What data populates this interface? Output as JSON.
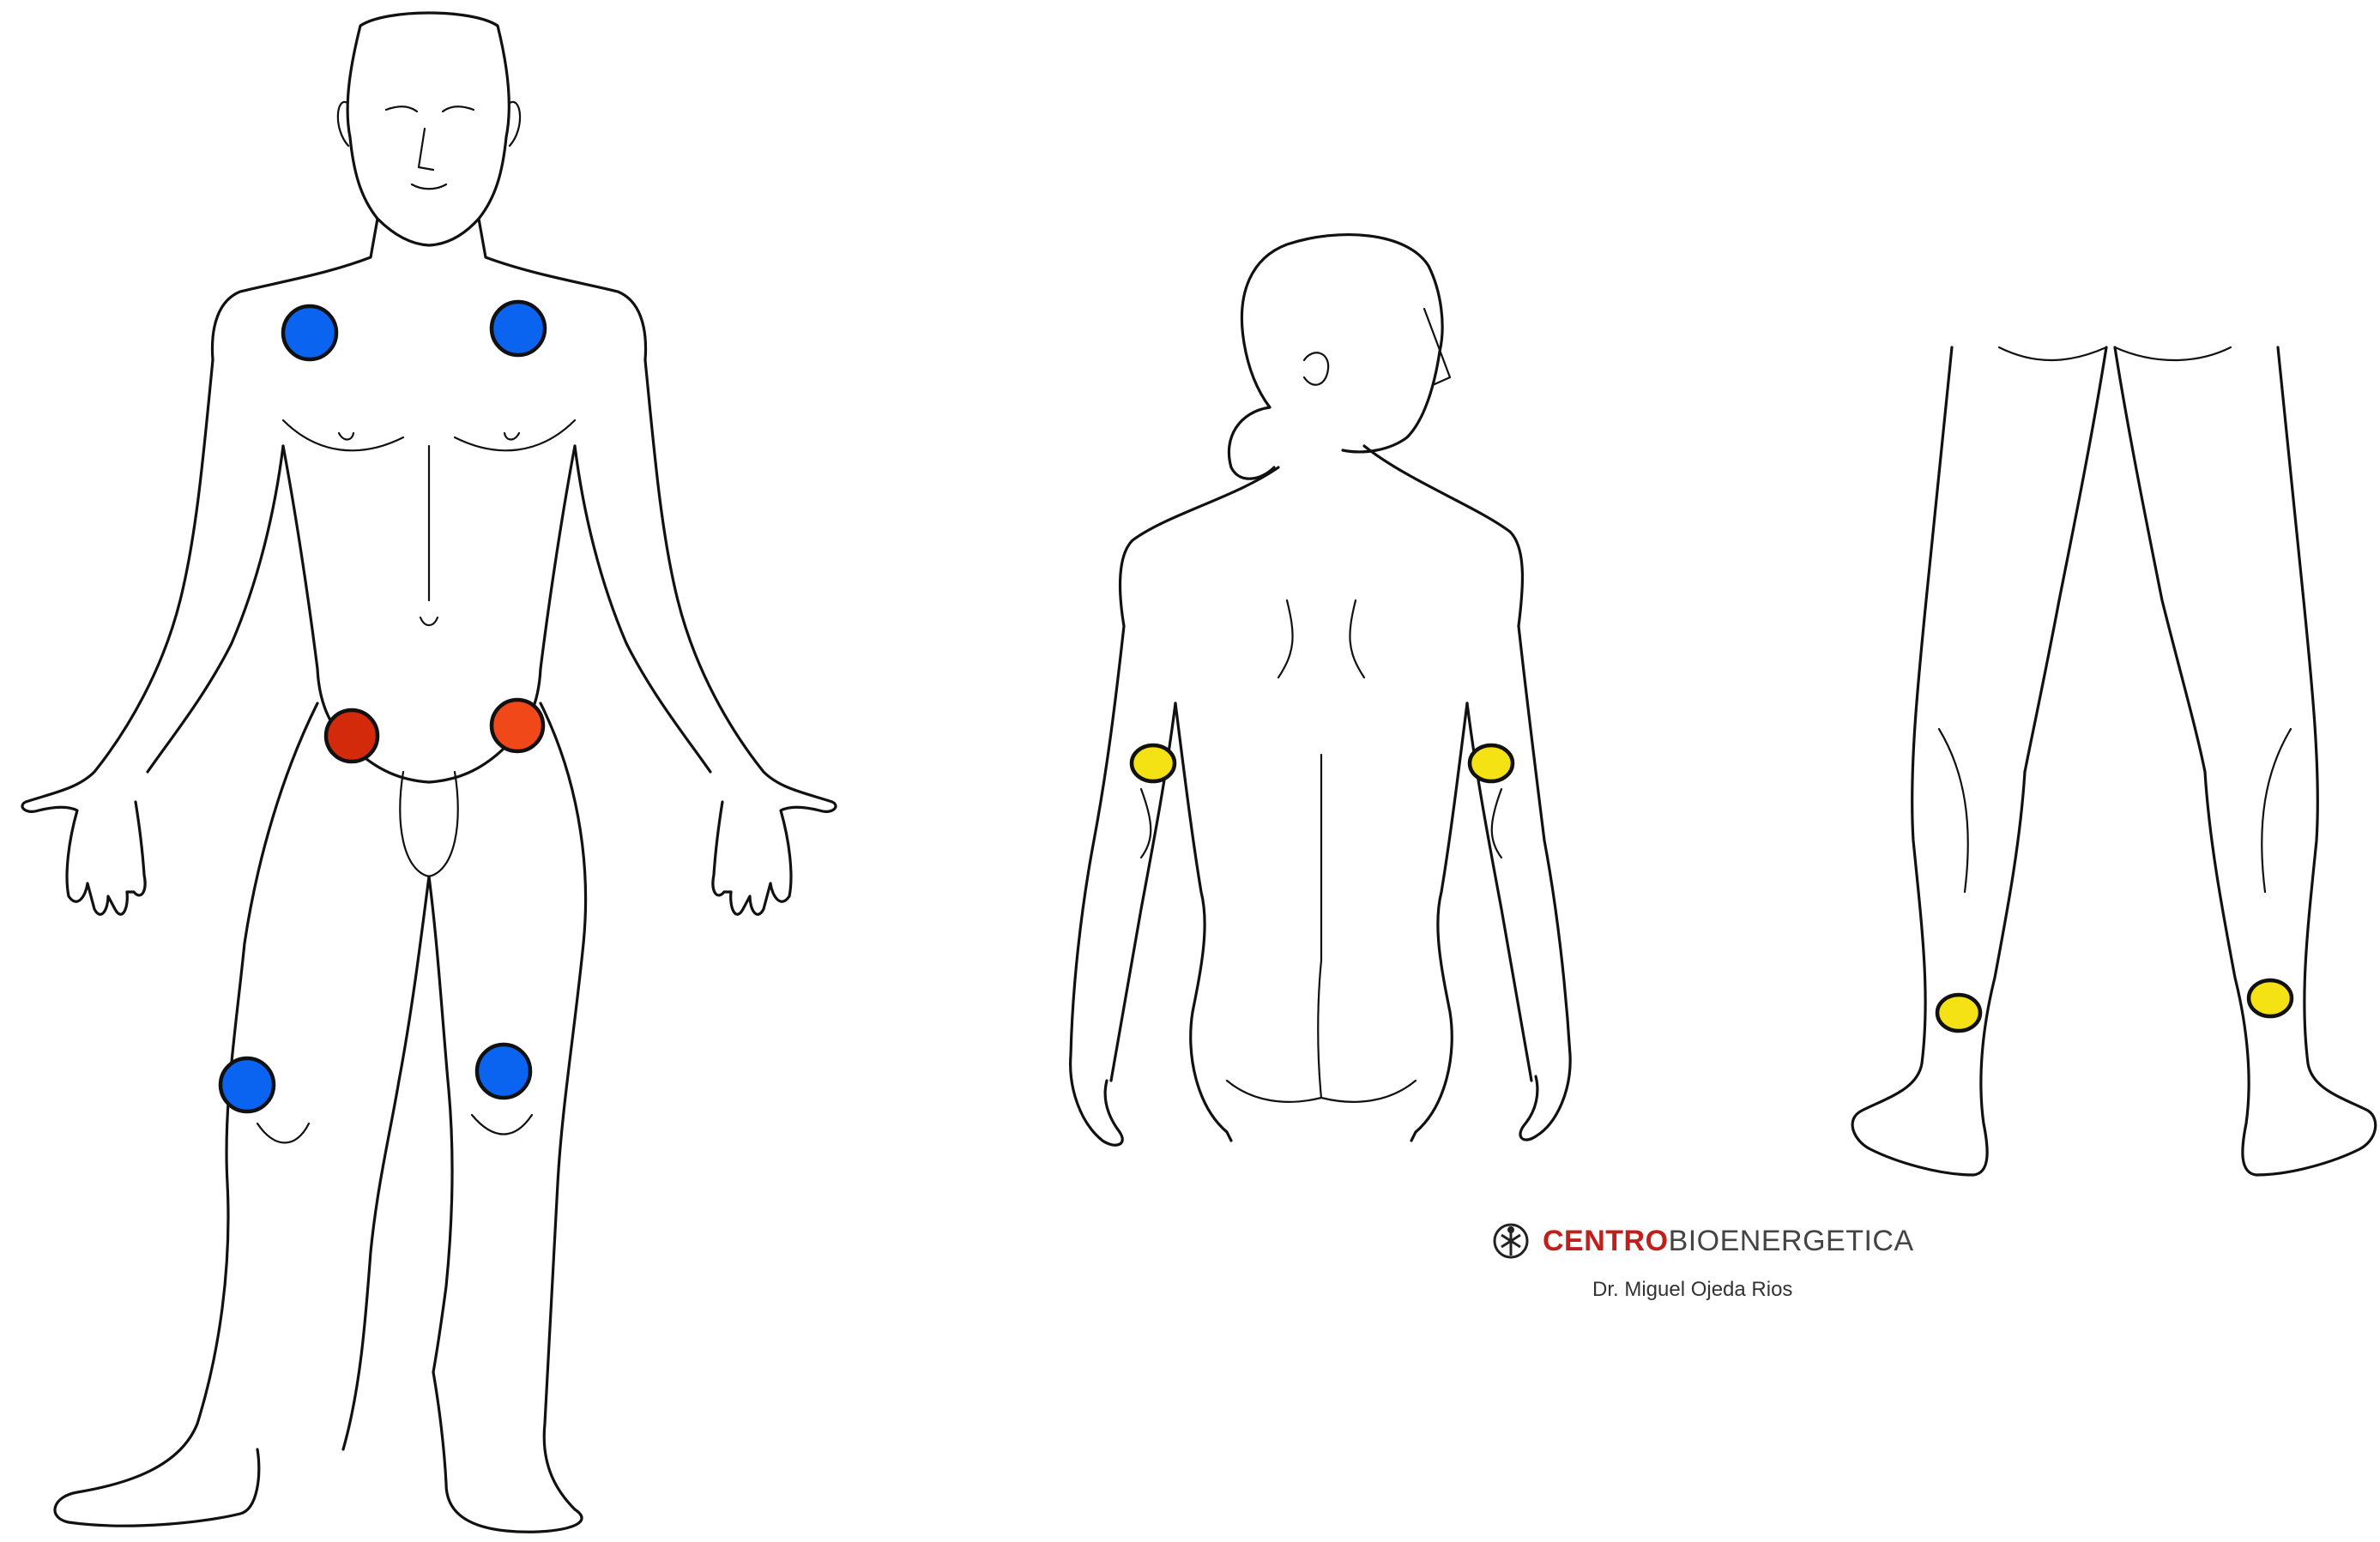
{
  "figure": {
    "views": [
      {
        "name": "front",
        "subject": "male"
      },
      {
        "name": "back-torso",
        "subject": "female"
      },
      {
        "name": "back-legs",
        "subject": "legs"
      }
    ],
    "points": [
      {
        "view": "front",
        "location": "left shoulder / chest",
        "color": "#0a64f0"
      },
      {
        "view": "front",
        "location": "right shoulder / chest",
        "color": "#0a64f0"
      },
      {
        "view": "front",
        "location": "left groin",
        "color": "#d42a0c"
      },
      {
        "view": "front",
        "location": "right groin",
        "color": "#f04818"
      },
      {
        "view": "front",
        "location": "left knee",
        "color": "#0a64f0"
      },
      {
        "view": "front",
        "location": "right knee",
        "color": "#0a64f0"
      },
      {
        "view": "back-torso",
        "location": "left elbow",
        "color": "#f4e214"
      },
      {
        "view": "back-torso",
        "location": "right elbow",
        "color": "#f4e214"
      },
      {
        "view": "back-legs",
        "location": "left calf / achilles",
        "color": "#f4e214"
      },
      {
        "view": "back-legs",
        "location": "right calf / achilles",
        "color": "#f4e214"
      }
    ]
  },
  "logo": {
    "brand_strong": "CENTRO",
    "brand_light": "BIOENERGETICA",
    "doctor": "Dr. Miguel Ojeda Rios",
    "brand_color": "#c0201c"
  }
}
